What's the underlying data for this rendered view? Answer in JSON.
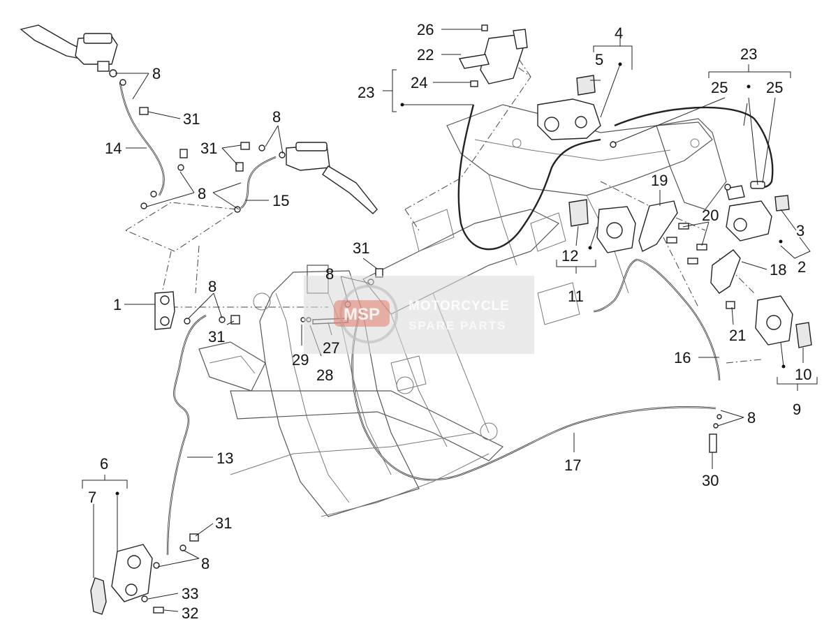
{
  "callouts": {
    "c1": "1",
    "c2": "2",
    "c3": "3",
    "c4": "4",
    "c5": "5",
    "c6": "6",
    "c7": "7",
    "c8": "8",
    "c9": "9",
    "c10": "10",
    "c11": "11",
    "c12": "12",
    "c13": "13",
    "c14": "14",
    "c15": "15",
    "c16": "16",
    "c17": "17",
    "c18": "18",
    "c19": "19",
    "c20": "20",
    "c21": "21",
    "c22": "22",
    "c23": "23",
    "c24": "24",
    "c25": "25",
    "c26": "26",
    "c27": "27",
    "c28": "28",
    "c29": "29",
    "c30": "30",
    "c31": "31",
    "c32": "32",
    "c33": "33"
  },
  "watermark": {
    "badge": "MSP",
    "line1": "MOTORCYCLE",
    "line2": "SPARE PARTS"
  },
  "colors": {
    "ink": "#222222",
    "watermark_grey": "#a0a0a0",
    "watermark_badge": "#e07a6a"
  }
}
